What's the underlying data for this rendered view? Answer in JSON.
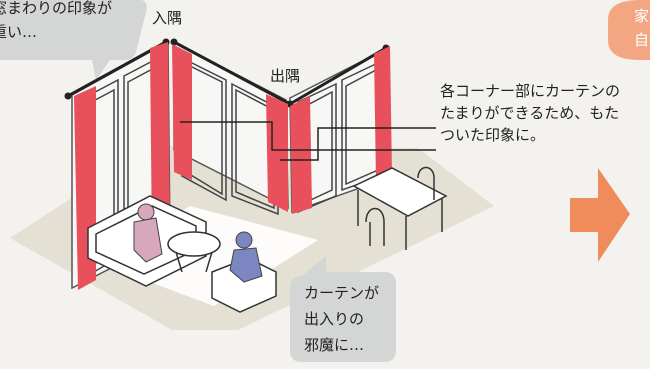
{
  "callouts": {
    "top_left": [
      "窓まわりの印象が",
      "重い…"
    ],
    "bottom_right": [
      "カーテンが",
      "出入りの",
      "邪魔に…"
    ]
  },
  "labels": {
    "inner_corner": "入隅",
    "outer_corner": "出隅",
    "note": [
      "各コーナー部にカーテンの",
      "たまりができるため、もた",
      "ついた印象に。"
    ]
  },
  "right_box": [
    "家",
    "自"
  ],
  "colors": {
    "background": "#f3f2ef",
    "callout_gray": "#d4d5d5",
    "curtain_red": "#e8505b",
    "floor_beige": "#e4e0d4",
    "orange_accent": "#f4a683",
    "orange_arrow": "#f08c5a"
  }
}
